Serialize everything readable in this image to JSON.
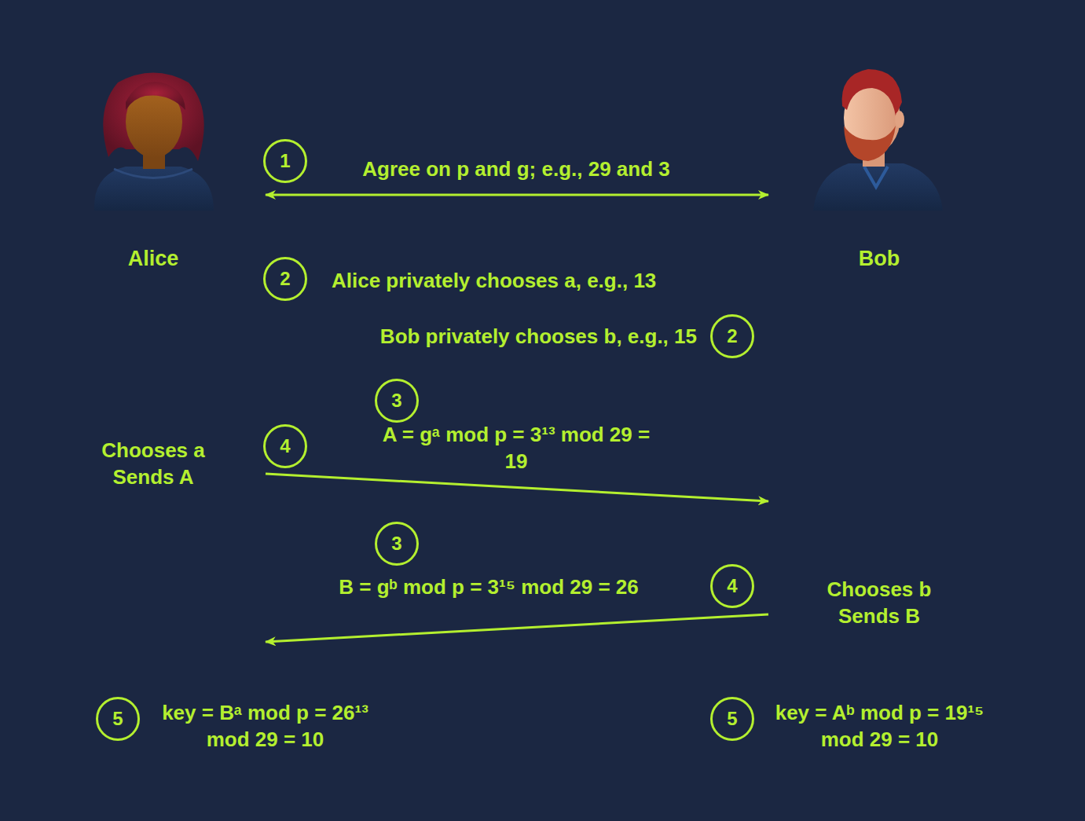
{
  "diagram": {
    "nodes": [
      {
        "text": [
          "Alice"
        ]
      },
      {
        "text": [
          "Bob"
        ]
      }
    ],
    "edges": [
      {
        "from": 0,
        "to": 1,
        "arrow": "both",
        "label": "Agree on p and g; e.g., 29 and 3"
      },
      {
        "from": 0,
        "to": 1,
        "arrow": "to",
        "label": "A = gᵃ mod p = 3¹³ mod 29 = 19"
      },
      {
        "from": 1,
        "to": 0,
        "arrow": "to",
        "label": "B = gᵇ mod p = 3¹⁵ mod 29 = 26"
      }
    ],
    "labels": [
      "1",
      "2",
      "Alice privately chooses a, e.g., 13",
      "Bob privately chooses b, e.g., 15",
      "2",
      "3",
      "4",
      "Chooses a Sends A",
      "3",
      "4",
      "Chooses b Sends B",
      "5",
      "key = Bᵃ mod p = 26¹³ mod 29 = 10",
      "5",
      "key = Aᵇ mod p = 19¹⁵ mod 29 = 10"
    ]
  }
}
